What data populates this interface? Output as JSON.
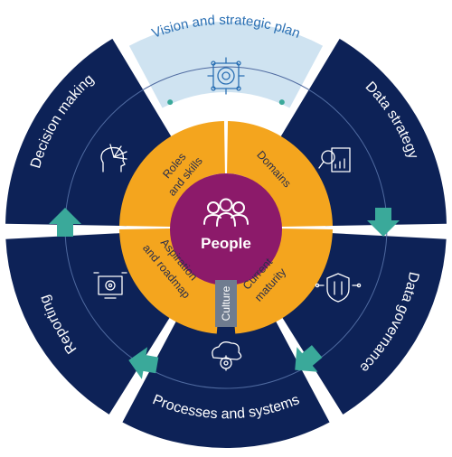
{
  "colors": {
    "navy": "#0d2257",
    "vision_panel": "#cfe3f1",
    "vision_text": "#2a6fb3",
    "orange": "#f4a51e",
    "purple": "#8c1a6a",
    "teal": "#3aa99a",
    "culture_gray": "#6f7c8f",
    "ring_line": "#4f6aa0"
  },
  "hub": {
    "label": "People",
    "icon": "people-group-icon"
  },
  "culture": {
    "label": "Culture"
  },
  "inner_segments": [
    {
      "id": "roles",
      "line1": "Roles",
      "line2": "and skills"
    },
    {
      "id": "domains",
      "line1": "Domains",
      "line2": ""
    },
    {
      "id": "maturity",
      "line1": "Current",
      "line2": "maturity"
    },
    {
      "id": "aspiration",
      "line1": "Aspiration",
      "line2": "and roadmap"
    }
  ],
  "outer_segments": [
    {
      "id": "vision",
      "label": "Vision and strategic plan",
      "icon": "target-network-icon"
    },
    {
      "id": "data-strategy",
      "label": "Data strategy",
      "icon": "magnifier-chart-icon"
    },
    {
      "id": "data-governance",
      "label": "Data governance",
      "icon": "circuit-shield-icon"
    },
    {
      "id": "processes",
      "label": "Processes and systems",
      "icon": "cloud-gear-icon"
    },
    {
      "id": "reporting",
      "label": "Reporting",
      "icon": "monitor-gear-icon"
    },
    {
      "id": "decision",
      "label": "Decision making",
      "icon": "head-arrows-icon"
    }
  ]
}
